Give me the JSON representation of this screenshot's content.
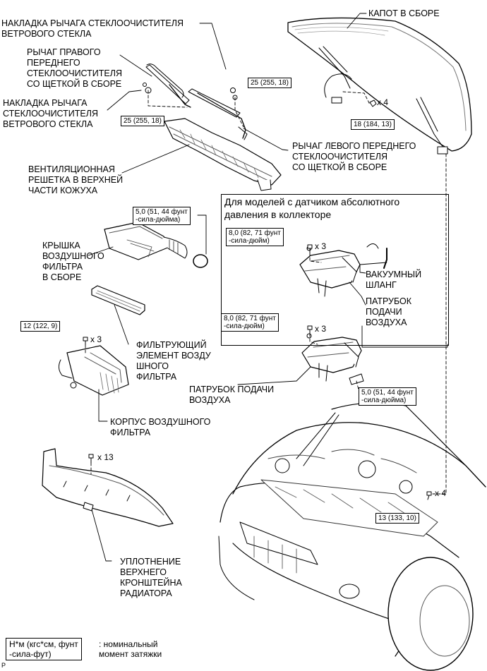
{
  "labels": {
    "wiper_cover_top": "НАКЛАДКА РЫЧАГА СТЕКЛООЧИСТИТЕЛЯ\nВЕТРОВОГО СТЕКЛА",
    "hood": "КАПОТ В СБОРЕ",
    "right_wiper": "РЫЧАГ ПРАВОГО\nПЕРЕДНЕГО\nСТЕКЛООЧИСТИТЕЛЯ\nСО ЩЕТКОЙ В СБОРЕ",
    "wiper_cover_left": "НАКЛАДКА РЫЧАГА\nСТЕКЛООЧИСТИТЕЛЯ\nВЕТРОВОГО СТЕКЛА",
    "left_wiper": "РЫЧАГ ЛЕВОГО ПЕРЕДНЕГО\nСТЕКЛООЧИСТИТЕЛЯ\nСО ЩЕТКОЙ В СБОРЕ",
    "cowl_grille": "ВЕНТИЛЯЦИОННАЯ\nРЕШЕТКА В ВЕРХНЕЙ\nЧАСТИ КОЖУХА",
    "air_cleaner_cap": "КРЫШКА\nВОЗДУШНОГО\nФИЛЬТРА\nВ СБОРЕ",
    "vacuum_hose": "ВАКУУМНЫЙ\nШЛАНГ",
    "intake_pipe_inset": "ПАТРУБОК\nПОДАЧИ\nВОЗДУХА",
    "filter_element": "ФИЛЬТРУЮЩИЙ\nЭЛЕМЕНТ ВОЗДУ\nШНОГО\nФИЛЬТРА",
    "intake_pipe": "ПАТРУБОК ПОДАЧИ\nВОЗДУХА",
    "air_cleaner_case": "КОРПУС ВОЗДУШНОГО\nФИЛЬТРА",
    "radiator_seal": "УПЛОТНЕНИЕ\nВЕРХНЕГО\nКРОНШТЕЙНА\nРАДИАТОРА"
  },
  "inset": {
    "title": "Для моделей с датчиком абсолютного\nдавления в коллекторе"
  },
  "torque": {
    "wiper_right": "25 (255, 18)",
    "wiper_left": "25 (255, 18)",
    "hood_hinge": "18 (184, 13)",
    "air_clamp": "5,0 (51, 44 фунт\n-сила-дюйма)",
    "inset_bolt": "8,0 (82, 71 фунт\n-сила-дюйм)",
    "case_bolt": "12 (122, 9)",
    "pipe_bolt": "8,0 (82, 71 фунт\n-сила-дюйм)",
    "pipe_clamp": "5,0 (51, 44 фунт\n-сила-дюйма)",
    "hood_front": "13 (133, 10)"
  },
  "counts": {
    "hood_hinge": "x 4",
    "inset_bolt": "x 3",
    "case_bolt": "x 3",
    "pipe_bolt": "x 3",
    "seal_clips": "x 13",
    "hood_front": "x 4"
  },
  "legend": {
    "unit": "Н*м (кгс*см, фунт\n-сила-фут)",
    "meaning": ": номинальный\nмомент затяжки"
  },
  "corner_mark": "P"
}
